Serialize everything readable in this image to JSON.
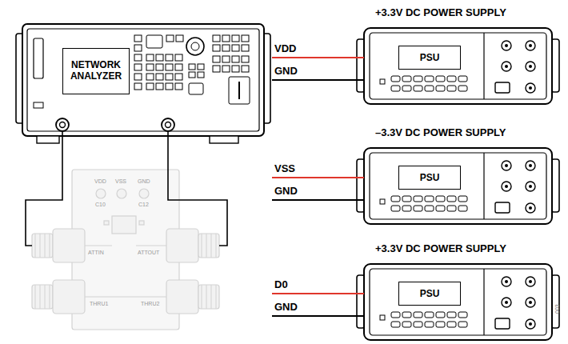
{
  "diagram": {
    "nodes": [
      {
        "text": [
          "NETWORK ANALYZER"
        ]
      },
      {
        "text": [
          "+3.3V DC POWER SUPPLY",
          "PSU"
        ]
      },
      {
        "text": [
          "–3.3V DC POWER SUPPLY",
          "PSU"
        ]
      },
      {
        "text": [
          "+3.3V DC POWER SUPPLY",
          "PSU"
        ]
      }
    ],
    "labels": [
      "VDD",
      "GND",
      "VSS",
      "GND",
      "D0",
      "GND",
      "VDD",
      "VSS",
      "GND",
      "C10",
      "C12",
      "ATTIN",
      "ATTOUT",
      "THRU1",
      "THRU2",
      "003"
    ]
  }
}
